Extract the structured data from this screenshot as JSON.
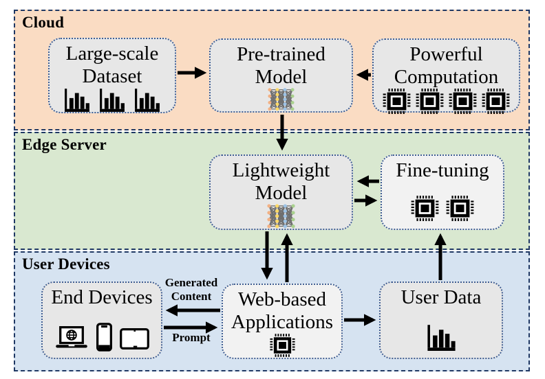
{
  "diagram": {
    "layers": [
      {
        "id": "cloud",
        "title": "Cloud"
      },
      {
        "id": "edge",
        "title": "Edge Server"
      },
      {
        "id": "user",
        "title": "User Devices"
      }
    ],
    "nodes": {
      "large_dataset": {
        "line1": "Large-scale",
        "line2": "Dataset"
      },
      "pretrained_model": {
        "line1": "Pre-trained",
        "line2": "Model"
      },
      "powerful_computation": {
        "line1": "Powerful",
        "line2": "Computation"
      },
      "lightweight_model": {
        "line1": "Lightweight",
        "line2": "Model"
      },
      "fine_tuning": {
        "label": "Fine-tuning"
      },
      "end_devices": {
        "label": "End Devices"
      },
      "web_apps": {
        "line1": "Web-based",
        "line2": "Applications"
      },
      "user_data": {
        "label": "User Data"
      }
    },
    "arrow_labels": {
      "generated_line1": "Generated",
      "generated_line2": "Content",
      "prompt": "Prompt"
    }
  },
  "icons": {
    "large_dataset": "bar-chart-icon",
    "powerful_computation": "chip-icon",
    "pretrained_model": "neural-network-icon",
    "lightweight_model": "neural-network-icon",
    "fine_tuning": "chip-icon",
    "end_devices": [
      "laptop-icon",
      "smartphone-icon",
      "tablet-icon"
    ],
    "web_apps": "chip-icon",
    "user_data": "bar-chart-icon"
  },
  "colors": {
    "cloud_bg": "#fadcc3",
    "edge_bg": "#d9e8d0",
    "user_bg": "#d6e3f1",
    "band_border": "#1f3864",
    "box_border": "#3f5e93",
    "box_bg": "#e7e7e7",
    "box_bg_light": "#f2f2f2",
    "arrow": "#000000",
    "icon_black": "#000000",
    "nn_node1": "#f2b184",
    "nn_node2": "#ffd966",
    "nn_node3": "#9dc3e6",
    "nn_node4": "#a9d18e",
    "nn_edge": "#6f6f6f"
  }
}
